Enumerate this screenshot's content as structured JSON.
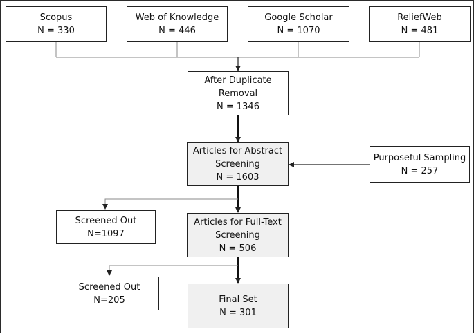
{
  "sources": [
    {
      "text": "Scopus\nN = 330"
    },
    {
      "text": "Web of Knowledge\nN = 446"
    },
    {
      "text": "Google Scholar\nN = 1070"
    },
    {
      "text": "ReliefWeb\nN = 481"
    }
  ],
  "dedup": {
    "text": "After Duplicate\nRemoval\nN = 1346"
  },
  "abstract": {
    "text": "Articles for Abstract\nScreening\nN = 1603"
  },
  "purposeful": {
    "text": "Purposeful Sampling\nN = 257"
  },
  "screened_out_1": {
    "text": "Screened Out\nN=1097"
  },
  "fulltext": {
    "text": "Articles for Full-Text\nScreening\nN = 506"
  },
  "screened_out_2": {
    "text": "Screened Out\nN=205"
  },
  "final": {
    "text": "Final Set\nN = 301"
  }
}
